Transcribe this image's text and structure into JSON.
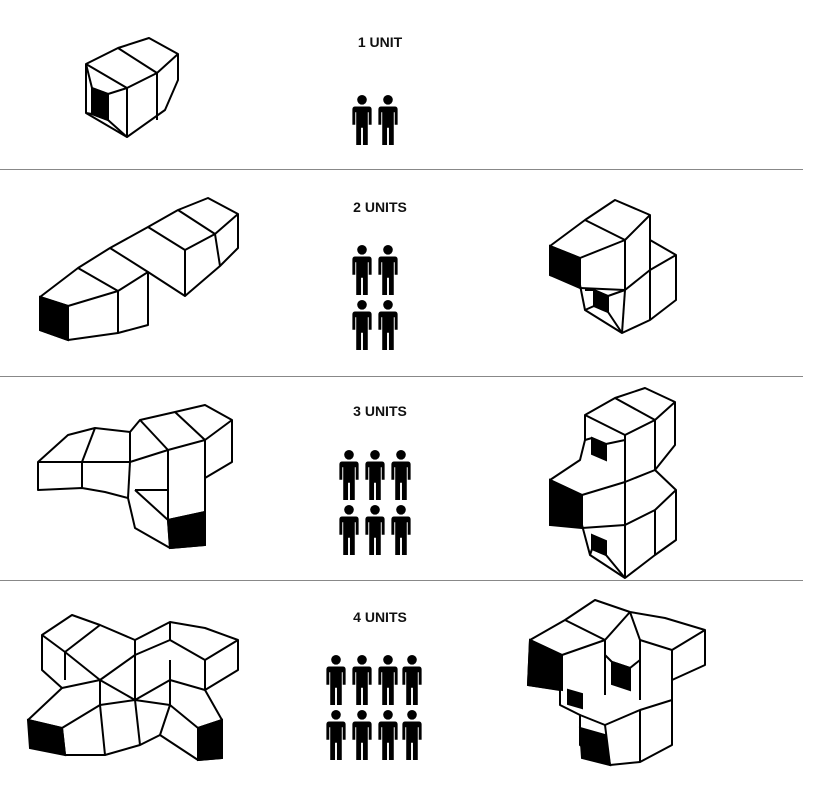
{
  "rows": [
    {
      "label": "1 UNIT",
      "people": 2
    },
    {
      "label": "2 UNITS",
      "people": 4
    },
    {
      "label": "3 UNITS",
      "people": 6
    },
    {
      "label": "4 UNITS",
      "people": 8
    }
  ],
  "colors": {
    "line": "#000000",
    "divider": "#888888",
    "background": "#ffffff"
  }
}
